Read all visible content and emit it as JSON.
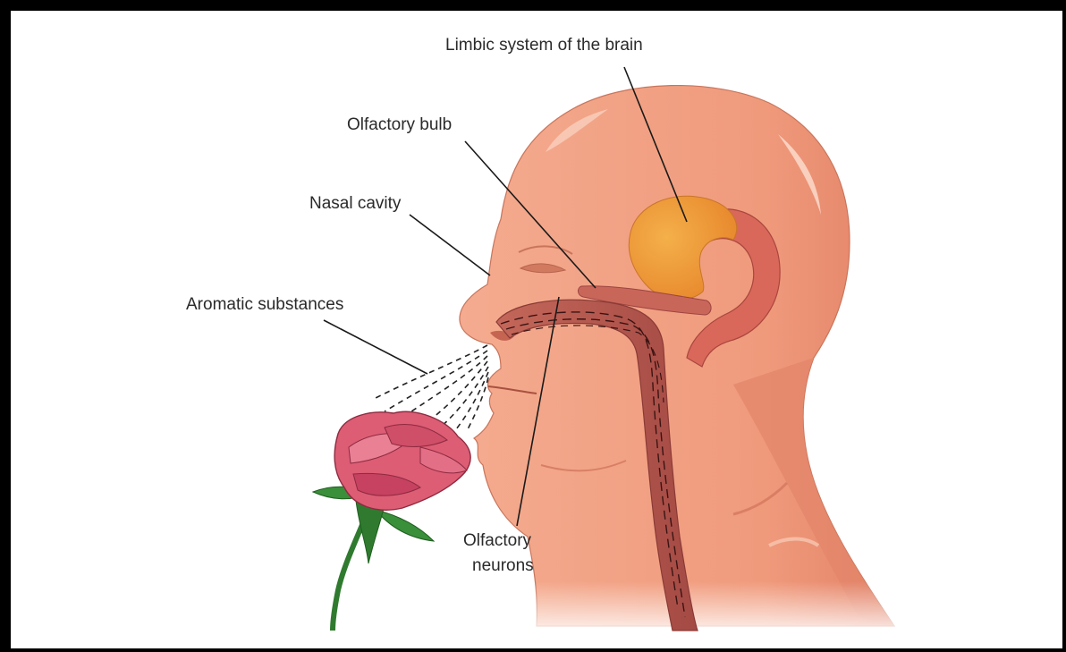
{
  "labels": {
    "limbic_system": "Limbic system of the brain",
    "olfactory_bulb": "Olfactory bulb",
    "nasal_cavity": "Nasal cavity",
    "aromatic_substances": "Aromatic substances",
    "olfactory_neurons_line1": "Olfactory",
    "olfactory_neurons_line2": "neurons"
  },
  "colors": {
    "skin": "#f2a285",
    "skin_shade": "#e08868",
    "skin_highlight": "#f8c4ad",
    "limbic": "#f0a23a",
    "nasal_passage": "#b85a4e",
    "nasal_dark": "#8e3a36",
    "rose_petal": "#d85a70",
    "rose_dark": "#b03a52",
    "leaf": "#3a8f3a",
    "stem": "#2f7a2f"
  }
}
